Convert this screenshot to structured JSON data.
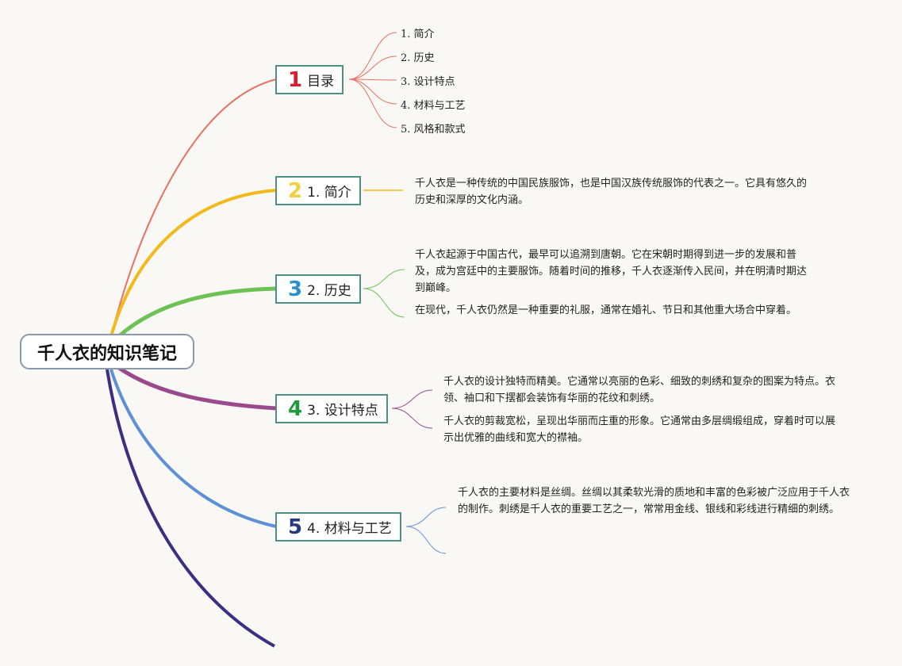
{
  "central": {
    "title": "千人衣的知识笔记"
  },
  "branches": [
    {
      "number": "1",
      "label": "目录",
      "color": "#e87060",
      "badge_color": "#d81e2c"
    },
    {
      "number": "2",
      "label": "1. 简介",
      "color": "#f3b91c",
      "badge_color": "#f2cf3c"
    },
    {
      "number": "3",
      "label": "2. 历史",
      "color": "#6cc254",
      "badge_color": "#2a8fd0"
    },
    {
      "number": "4",
      "label": "3. 设计特点",
      "color": "#9a4a8c",
      "badge_color": "#1f9a3c"
    },
    {
      "number": "5",
      "label": "4. 材料与工艺",
      "color": "#5d90d6",
      "badge_color": "#243a80"
    }
  ],
  "extra_branch_color": "#3b2f84",
  "toc": [
    "1. 简介",
    "2. 历史",
    "3. 设计特点",
    "4. 材料与工艺",
    "5. 风格和款式"
  ],
  "notes": {
    "intro": "千人衣是一种传统的中国民族服饰，也是中国汉族传统服饰的代表之一。它具有悠久的历史和深厚的文化内涵。",
    "history_1": "千人衣起源于中国古代，最早可以追溯到唐朝。它在宋朝时期得到进一步的发展和普及，成为宫廷中的主要服饰。随着时间的推移，千人衣逐渐传入民间，并在明清时期达到巅峰。",
    "history_2": "在现代，千人衣仍然是一种重要的礼服，通常在婚礼、节日和其他重大场合中穿着。",
    "design_1": "千人衣的设计独特而精美。它通常以亮丽的色彩、细致的刺绣和复杂的图案为特点。衣领、袖口和下摆都会装饰有华丽的花纹和刺绣。",
    "design_2": "千人衣的剪裁宽松，呈现出华丽而庄重的形象。它通常由多层绸缎组成，穿着时可以展示出优雅的曲线和宽大的襟袖。",
    "material": "千人衣的主要材料是丝绸。丝绸以其柔软光滑的质地和丰富的色彩被广泛应用于千人衣的制作。刺绣是千人衣的重要工艺之一，常常用金线、银线和彩线进行精细的刺绣。"
  }
}
